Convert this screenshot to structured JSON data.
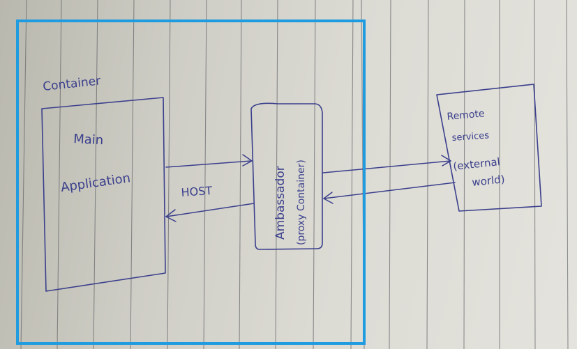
{
  "diagram": {
    "container_label": "Container",
    "main_app": {
      "line1": "Main",
      "line2": "Application"
    },
    "host_label": "HOST",
    "ambassador": {
      "line1": "Ambassador",
      "line2": "(proxy Container)"
    },
    "remote": {
      "line1": "Remote",
      "line2": "services",
      "line3": "(external",
      "line4": "world)"
    },
    "colors": {
      "ink": "#3a3f8c",
      "highlight_frame": "#1f9be0",
      "paper": "#dcdbd4"
    }
  }
}
